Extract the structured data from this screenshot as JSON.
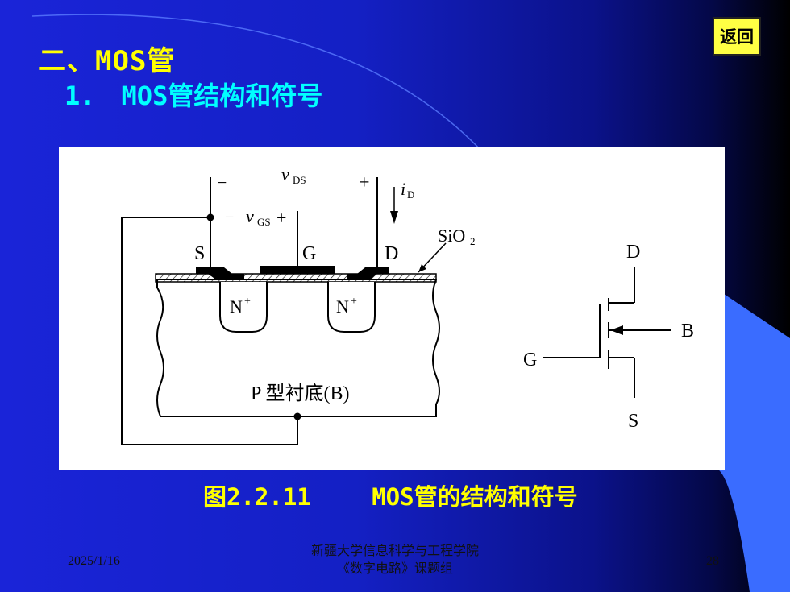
{
  "slide": {
    "title": "二、MOS管",
    "subtitle": "1.　MOS管结构和符号",
    "back_button": "返回",
    "caption": "图2.2.11　　 MOS管的结构和符号"
  },
  "figure": {
    "labels": {
      "v_ds": "v",
      "v_ds_sub": "DS",
      "i_d": "i",
      "i_d_sub": "D",
      "v_gs": "v",
      "v_gs_sub": "GS",
      "minus": "−",
      "plus": "+",
      "s": "S",
      "g": "G",
      "d": "D",
      "sio2": "SiO",
      "sio2_sub": "2",
      "n_plus_left": "N",
      "n_plus_right": "N",
      "n_sup": "+",
      "substrate": "P 型衬底(B)",
      "sym_d": "D",
      "sym_b": "B",
      "sym_g": "G",
      "sym_s": "S"
    }
  },
  "footer": {
    "date": "2025/1/16",
    "line1": "新疆大学信息科学与工程学院",
    "line2": "《数字电路》课题组",
    "page": "28"
  },
  "colors": {
    "title": "#ffff00",
    "subtitle": "#00ffff",
    "button_bg": "#ffff44",
    "accent_shape": "#3a6cff"
  }
}
